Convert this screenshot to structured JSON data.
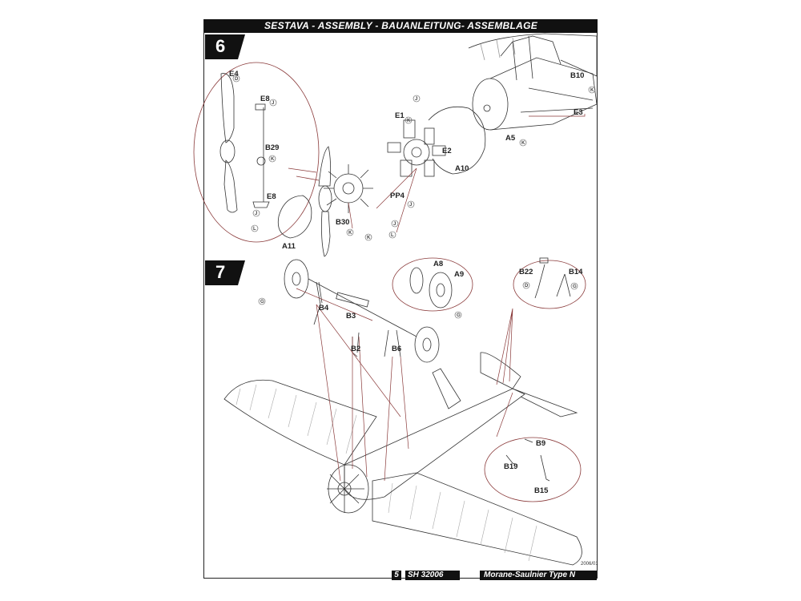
{
  "header": {
    "title": "SESTAVA -  ASSEMBLY - BAUANLEITUNG- ASSEMBLAGE"
  },
  "steps": [
    {
      "number": "6"
    },
    {
      "number": "7"
    }
  ],
  "step6": {
    "parts": [
      "E4",
      "E8",
      "B29",
      "E8",
      "E1",
      "E2",
      "A10",
      "A5",
      "B10",
      "E3",
      "PP4",
      "B30",
      "A11"
    ],
    "glue_marks": [
      "D",
      "J",
      "K",
      "J",
      "J",
      "K",
      "K",
      "K",
      "K",
      "J",
      "J",
      "K",
      "L",
      "L"
    ]
  },
  "step7": {
    "parts": [
      "A8",
      "A9",
      "B4",
      "B3",
      "B2",
      "B6",
      "B22",
      "B14",
      "B9",
      "B19",
      "B15"
    ],
    "glue_marks": [
      "G",
      "G",
      "D",
      "G"
    ]
  },
  "footer": {
    "page": "5",
    "code": "SH 32006",
    "model": "Morane-Saulnier Type N",
    "revision": "2006/01"
  }
}
